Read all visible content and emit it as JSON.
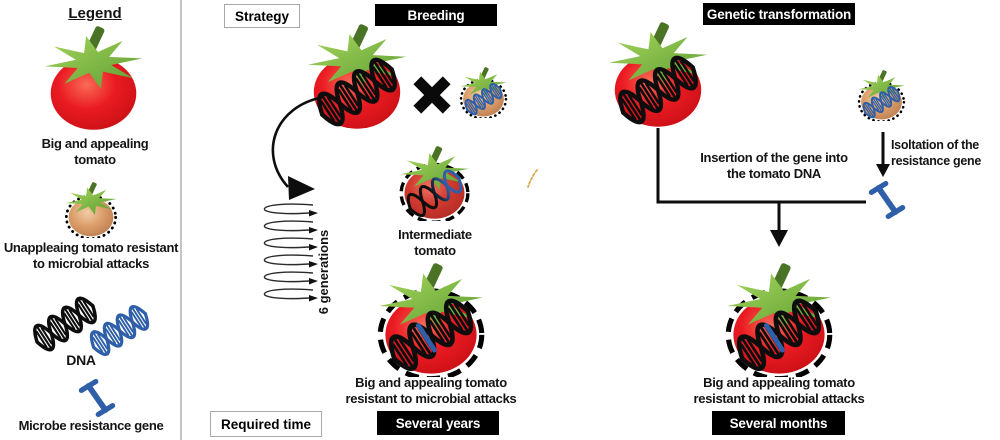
{
  "colors": {
    "dna_black": "#0d0d0d",
    "dna_blue": "#2e5fa8",
    "tomato_red": "#e8141e",
    "tomato_tan": "#d99a68",
    "leaf_green": "#6fae3e",
    "stem_green": "#4a7326",
    "header_bg": "#000000",
    "header_text": "#ffffff",
    "stray_mark": "#d9a84e"
  },
  "legend": {
    "title": "Legend",
    "items": [
      {
        "icon": "big-tomato-icon",
        "label": "Big and appealing tomato"
      },
      {
        "icon": "unappealing-tomato-icon",
        "label": "Unappleaing tomato resistant to microbial attacks"
      },
      {
        "icon": "dna-icon",
        "label": "DNA"
      },
      {
        "icon": "microbe-resistance-gene-icon",
        "label": "Microbe resistance gene"
      }
    ]
  },
  "row_labels": {
    "strategy": "Strategy",
    "required_time": "Required time"
  },
  "breeding": {
    "title": "Breeding",
    "cross_icon": "heavy-x",
    "generations": "6 generations",
    "intermediate_label": "Intermediate tomato",
    "result_label": "Big and appealing tomato resistant to microbial attacks",
    "time": "Several years"
  },
  "genetic_transformation": {
    "title": "Genetic transformation",
    "insertion_label": "Insertion of the gene into the tomato DNA",
    "isolation_label": "Isoltation of the resistance gene",
    "result_label": "Big and appealing tomato resistant to microbial attacks",
    "time": "Several months"
  }
}
